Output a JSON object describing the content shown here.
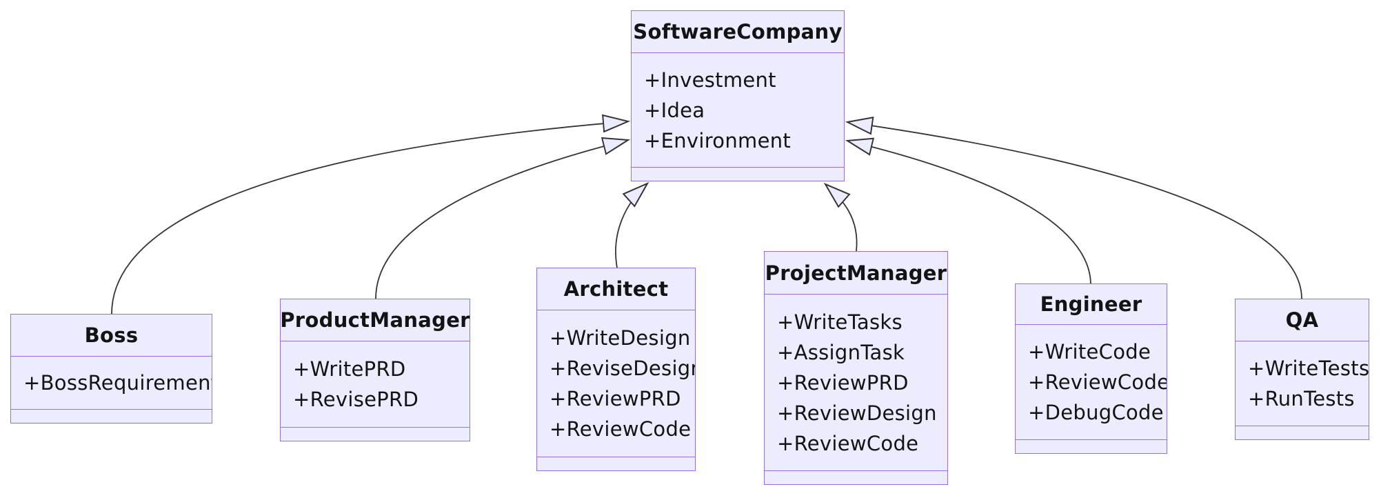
{
  "diagram": {
    "type": "uml-class-diagram",
    "background_color": "#FFFFFF",
    "node_fill_color": "#ECECFF",
    "node_border_color": "#9370DB",
    "edge_color": "#333333",
    "text_color": "#131313",
    "arrowhead_style": "hollow-triangle (inheritance)"
  },
  "classes": [
    {
      "name": "SoftwareCompany",
      "attributes": [
        "+Investment",
        "+Idea",
        "+Environment"
      ],
      "methods": []
    },
    {
      "name": "Boss",
      "attributes": [
        "+BossRequirement"
      ],
      "methods": []
    },
    {
      "name": "ProductManager",
      "attributes": [
        "+WritePRD",
        "+RevisePRD"
      ],
      "methods": []
    },
    {
      "name": "Architect",
      "attributes": [
        "+WriteDesign",
        "+ReviseDesign",
        "+ReviewPRD",
        "+ReviewCode"
      ],
      "methods": []
    },
    {
      "name": "ProjectManager",
      "attributes": [
        "+WriteTasks",
        "+AssignTask",
        "+ReviewPRD",
        "+ReviewDesign",
        "+ReviewCode"
      ],
      "methods": []
    },
    {
      "name": "Engineer",
      "attributes": [
        "+WriteCode",
        "+ReviewCode",
        "+DebugCode"
      ],
      "methods": []
    },
    {
      "name": "QA",
      "attributes": [
        "+WriteTests",
        "+RunTests"
      ],
      "methods": []
    }
  ],
  "relationships": [
    {
      "from": "Boss",
      "to": "SoftwareCompany",
      "type": "inheritance"
    },
    {
      "from": "ProductManager",
      "to": "SoftwareCompany",
      "type": "inheritance"
    },
    {
      "from": "Architect",
      "to": "SoftwareCompany",
      "type": "inheritance"
    },
    {
      "from": "ProjectManager",
      "to": "SoftwareCompany",
      "type": "inheritance"
    },
    {
      "from": "Engineer",
      "to": "SoftwareCompany",
      "type": "inheritance"
    },
    {
      "from": "QA",
      "to": "SoftwareCompany",
      "type": "inheritance"
    }
  ]
}
